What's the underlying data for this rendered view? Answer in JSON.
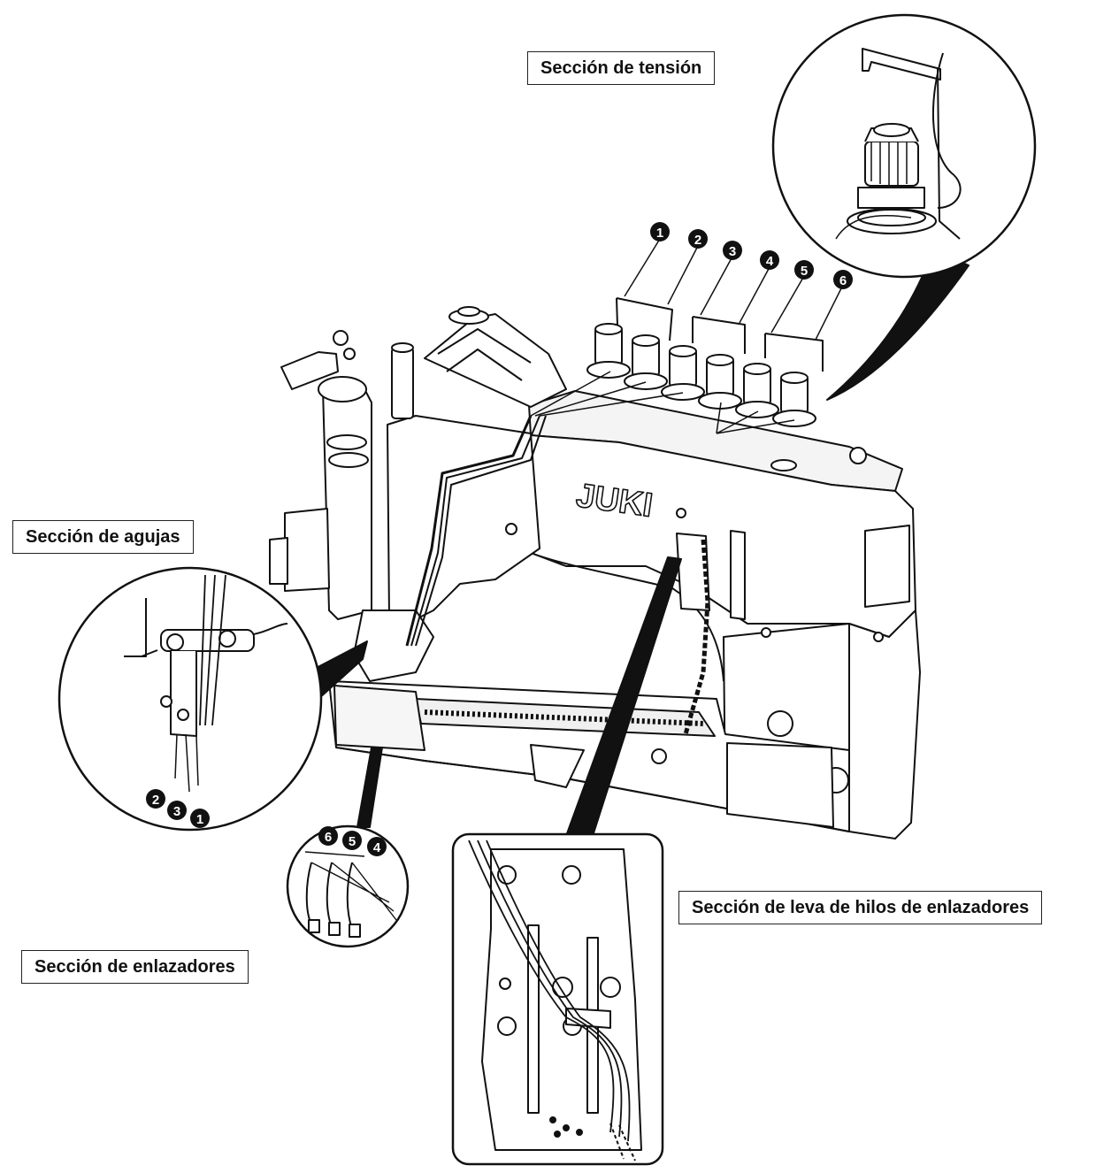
{
  "labels": {
    "tension": "Sección de tensión",
    "needles": "Sección de agujas",
    "loopers": "Sección de enlazadores",
    "cam": "Sección de leva de hilos de enlazadores"
  },
  "brand": "JUKI",
  "thread_numbers": {
    "tension": [
      "1",
      "2",
      "3",
      "4",
      "5",
      "6"
    ],
    "needles": [
      "2",
      "3",
      "1"
    ],
    "loopers": [
      "6",
      "5",
      "4"
    ]
  }
}
